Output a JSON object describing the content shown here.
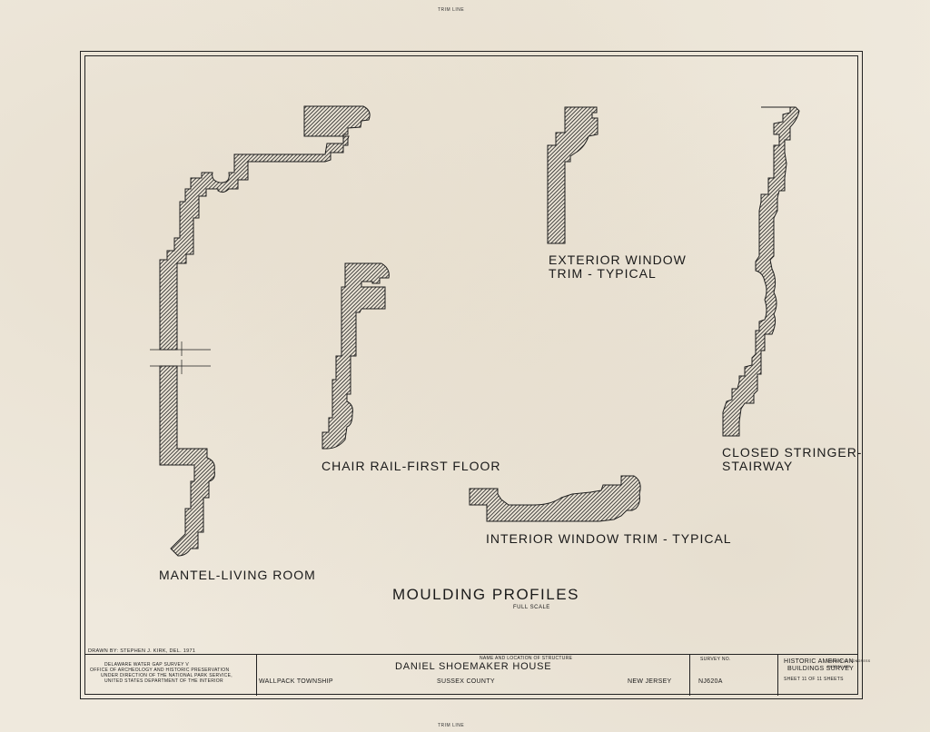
{
  "trim_line_top": "TRIM LINE",
  "trim_line_bottom": "TRIM LINE",
  "profiles": {
    "mantel": "MANTEL-LIVING ROOM",
    "chair_rail": "CHAIR RAIL-FIRST FLOOR",
    "exterior_line1": "EXTERIOR WINDOW",
    "exterior_line2": "TRIM - TYPICAL",
    "stringer_line1": "CLOSED STRINGER-",
    "stringer_line2": "STAIRWAY",
    "interior": "INTERIOR WINDOW TRIM - TYPICAL"
  },
  "sheet_title": "MOULDING PROFILES",
  "sheet_scale": "FULL SCALE",
  "title_block": {
    "drawn_by": "DRAWN BY:  STEPHEN J. KIRK, DEL. 1971",
    "office_line1": "DELAWARE WATER GAP SURVEY V",
    "office_line2": "OFFICE OF ARCHEOLOGY AND HISTORIC PRESERVATION",
    "office_line3": "UNDER DIRECTION OF THE NATIONAL PARK SERVICE,",
    "office_line4": "UNITED STATES DEPARTMENT OF THE INTERIOR",
    "name_caption": "NAME AND LOCATION OF STRUCTURE",
    "structure_name": "DANIEL SHOEMAKER HOUSE",
    "township": "WALLPACK TOWNSHIP",
    "county": "SUSSEX COUNTY",
    "state": "NEW JERSEY",
    "survey_caption": "SURVEY NO.",
    "survey_no": "NJ620A",
    "habs_line1": "HISTORIC AMERICAN",
    "habs_line2": "BUILDINGS SURVEY",
    "sheet_info": "SHEET  11  OF  11  SHEETS",
    "loc_line1": "LIBRARY OF CONGRESS",
    "loc_line2": "HABS NJ-620"
  }
}
